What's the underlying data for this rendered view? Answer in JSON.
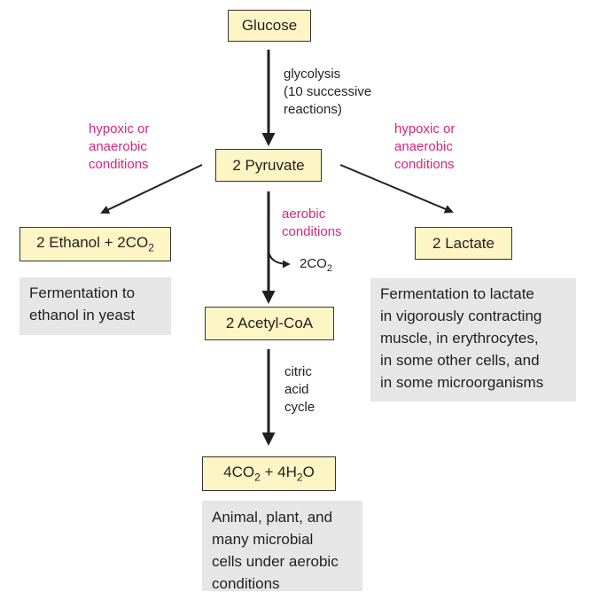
{
  "nodes": {
    "glucose": "Glucose",
    "pyruvate": "2 Pyruvate",
    "ethanol": {
      "main": "2 Ethanol + 2CO",
      "sub": "2"
    },
    "lactate": "2 Lactate",
    "acetyl": "2 Acetyl-CoA",
    "final": {
      "a": "4CO",
      "a_sub": "2",
      "b": " + 4H",
      "b_sub": "2",
      "c": "O"
    }
  },
  "labels": {
    "glycolysis": [
      "glycolysis",
      "(10 successive",
      "reactions)"
    ],
    "hypoxic_left": [
      "hypoxic or",
      "anaerobic",
      "conditions"
    ],
    "hypoxic_right": [
      "hypoxic or",
      "anaerobic",
      "conditions"
    ],
    "aerobic": [
      "aerobic",
      "conditions"
    ],
    "co2_release": {
      "main": "2CO",
      "sub": "2"
    },
    "citric": [
      "citric",
      "acid",
      "cycle"
    ]
  },
  "notes": {
    "ethanol": [
      "Fermentation to",
      "ethanol in yeast"
    ],
    "lactate": [
      "Fermentation to lactate",
      "in vigorously contracting",
      "muscle, in erythrocytes,",
      "in some other cells, and",
      "in some microorganisms"
    ],
    "aerobic": [
      "Animal, plant, and",
      "many microbial",
      "cells under aerobic",
      "conditions"
    ]
  },
  "colors": {
    "box_fill": "#fdf5c4",
    "note_fill": "#e6e6e7",
    "condition_text": "#d6257c",
    "arrow": "#231f20"
  }
}
